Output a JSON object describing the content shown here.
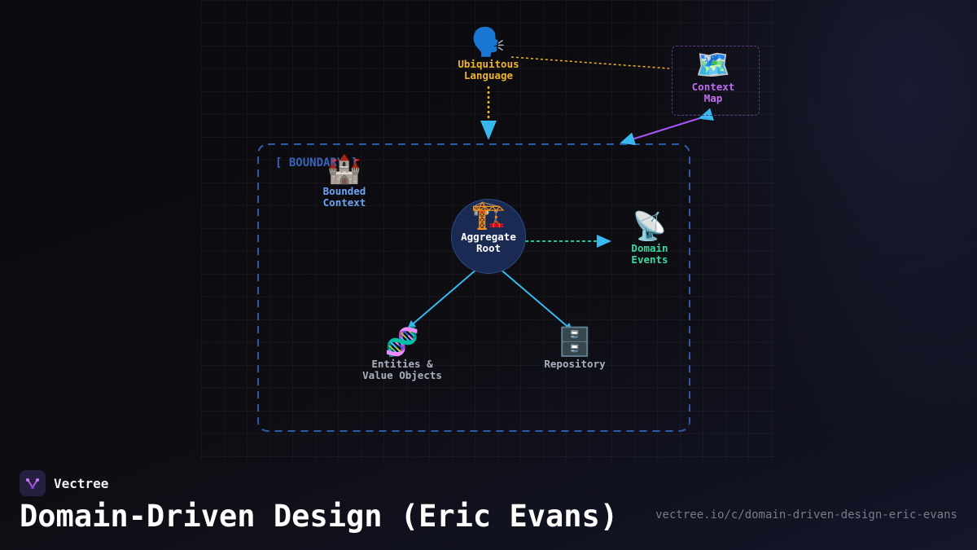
{
  "diagram": {
    "boundary_label": "[ BOUNDARY ]",
    "nodes": {
      "ubiquitous_language": {
        "icon": "🗣️",
        "icon_name": "speaking-head-icon",
        "label": "Ubiquitous\nLanguage",
        "color": "#f0b429"
      },
      "context_map": {
        "icon": "🗺️",
        "icon_name": "world-map-icon",
        "label": "Context\nMap",
        "color": "#c06ef0"
      },
      "bounded_context": {
        "icon": "🏰",
        "icon_name": "castle-icon",
        "label": "Bounded\nContext",
        "color": "#6ea4f5"
      },
      "aggregate_root": {
        "icon": "🏗️",
        "icon_name": "crane-icon",
        "label": "Aggregate\nRoot",
        "color": "#ffffff"
      },
      "domain_events": {
        "icon": "📡",
        "icon_name": "satellite-antenna-icon",
        "label": "Domain\nEvents",
        "color": "#3dd6a0"
      },
      "entities": {
        "icon": "🧬",
        "icon_name": "dna-icon",
        "label": "Entities &\nValue Objects",
        "color": "#a8b0c0"
      },
      "repository": {
        "icon": "🗄️",
        "icon_name": "file-cabinet-icon",
        "label": "Repository",
        "color": "#a8b0c0"
      }
    }
  },
  "footer": {
    "brand": "Vectree",
    "title": "Domain-Driven Design (Eric Evans)",
    "url": "vectree.io/c/domain-driven-design-eric-evans"
  },
  "colors": {
    "boundary": "#2f5aa8",
    "arrow_blue": "#38b8ee",
    "arrow_purple": "#a855f7",
    "dotted_yellow": "#f0b429",
    "dashed_green": "#22c59a"
  }
}
